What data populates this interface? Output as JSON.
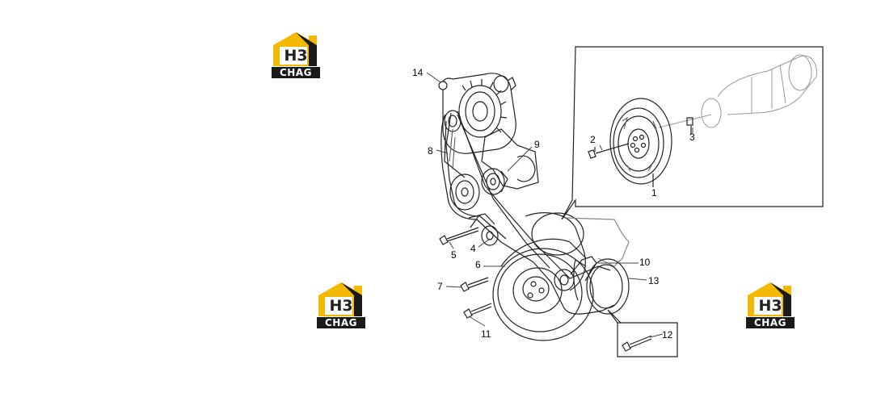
{
  "logo": {
    "letters": "H3",
    "caption": "CHAG",
    "color_yellow": "#f5b800",
    "color_dark": "#1a1a1a"
  },
  "callouts": [
    "1",
    "2",
    "3",
    "4",
    "5",
    "6",
    "7",
    "8",
    "9",
    "10",
    "11",
    "12",
    "13",
    "14"
  ],
  "colors": {
    "line": "#222222",
    "light_line": "#999999"
  }
}
